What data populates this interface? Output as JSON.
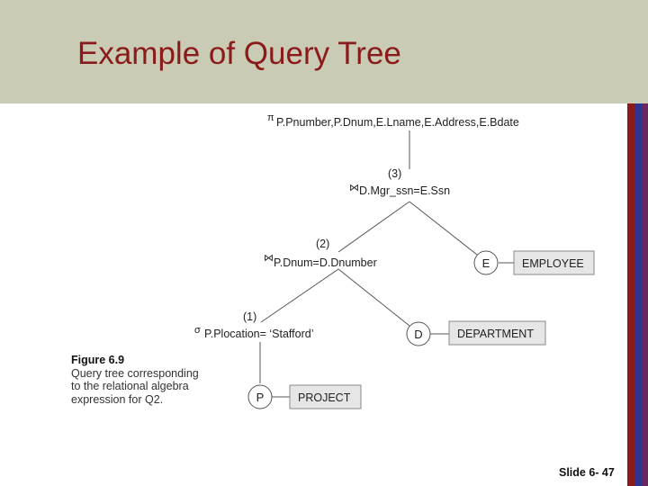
{
  "slide": {
    "title": "Example of Query Tree",
    "number": "Slide 6- 47",
    "colors": {
      "header_bg": "#cacbb4",
      "title": "#8b1a1a",
      "stripe_red": "#8b1a1a",
      "stripe_blue": "#2e3591",
      "stripe_purple": "#6b2660",
      "relation_box": "#e6e6e6"
    }
  },
  "tree": {
    "project_symbol": "π",
    "project_attrs": "P.Pnumber,P.Dnum,E.Lname,E.Address,E.Bdate",
    "join3_step": "(3)",
    "join3_symbol": "⋈",
    "join3_condition": "D.Mgr_ssn=E.Ssn",
    "join2_step": "(2)",
    "join2_symbol": "⋈",
    "join2_condition": "P.Dnum=D.Dnumber",
    "select_step": "(1)",
    "select_symbol": "σ",
    "select_condition": "P.Plocation= ‘Stafford’",
    "leaves": {
      "e_letter": "E",
      "e_relation": "EMPLOYEE",
      "d_letter": "D",
      "d_relation": "DEPARTMENT",
      "p_letter": "P",
      "p_relation": "PROJECT"
    }
  },
  "caption": {
    "title": "Figure 6.9",
    "lines": [
      "Query tree corresponding",
      "to the relational algebra",
      "expression for Q2."
    ]
  }
}
